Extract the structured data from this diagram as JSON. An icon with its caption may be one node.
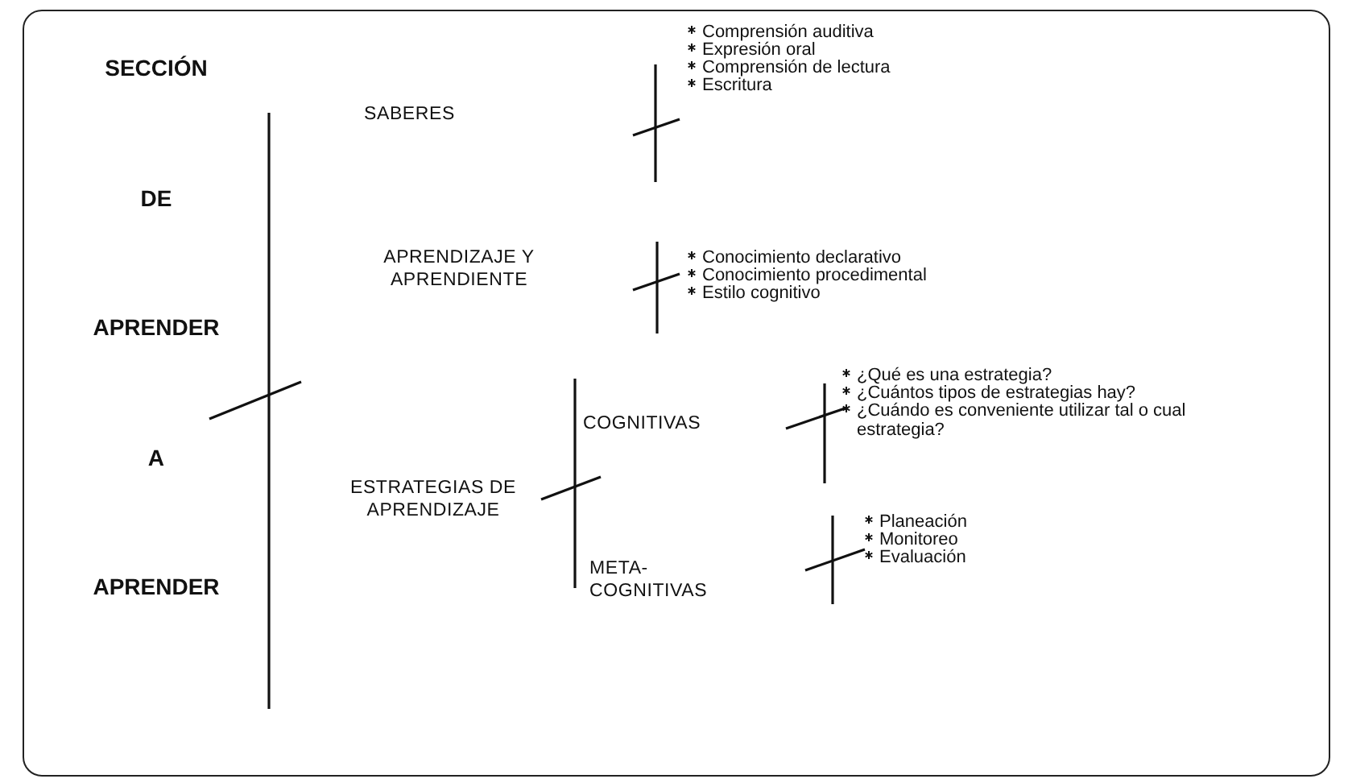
{
  "diagram": {
    "title": "SECCIÓN DE APRENDER A APRENDER",
    "labels": [
      "SABERES",
      "Comprensión auditiva",
      "Expresión oral",
      "Comprensión de lectura",
      "Escritura",
      "APRENDIZAJE Y APRENDIENTE",
      "Conocimiento declarativo",
      "Conocimiento procedimental",
      "Estilo cognitivo",
      "COGNITIVAS",
      "¿Qué es una estrategia?",
      "¿Cuántos tipos de estrategias hay?",
      "¿Cuándo es conveniente utilizar tal o cual estrategia?",
      "ESTRATEGIAS DE APRENDIZAJE",
      "META- COGNITIVAS",
      "Planeación",
      "Monitoreo",
      "Evaluación"
    ]
  }
}
